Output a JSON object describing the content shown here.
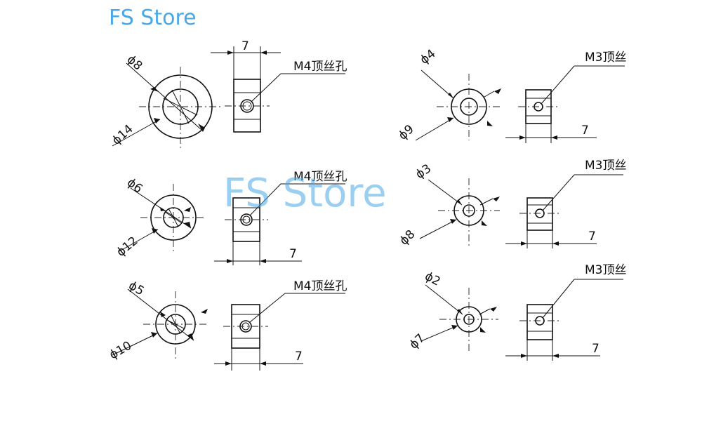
{
  "brand": {
    "logo_text": "FS Store",
    "watermark_text": "FS Store",
    "brand_color": "#4aa8e8"
  },
  "parts": [
    {
      "outer_dia": "ϕ14",
      "inner_dia": "ϕ8",
      "width": "7",
      "screw_label": "M4顶丝孔"
    },
    {
      "outer_dia": "ϕ12",
      "inner_dia": "ϕ6",
      "width": "7",
      "screw_label": "M4顶丝孔"
    },
    {
      "outer_dia": "ϕ10",
      "inner_dia": "ϕ5",
      "width": "7",
      "screw_label": "M4顶丝孔"
    },
    {
      "outer_dia": "ϕ9",
      "inner_dia": "ϕ4",
      "width": "7",
      "screw_label": "M3顶丝"
    },
    {
      "outer_dia": "ϕ8",
      "inner_dia": "ϕ3",
      "width": "7",
      "screw_label": "M3顶丝"
    },
    {
      "outer_dia": "ϕ7",
      "inner_dia": "ϕ2",
      "width": "7",
      "screw_label": "M3顶丝"
    }
  ]
}
